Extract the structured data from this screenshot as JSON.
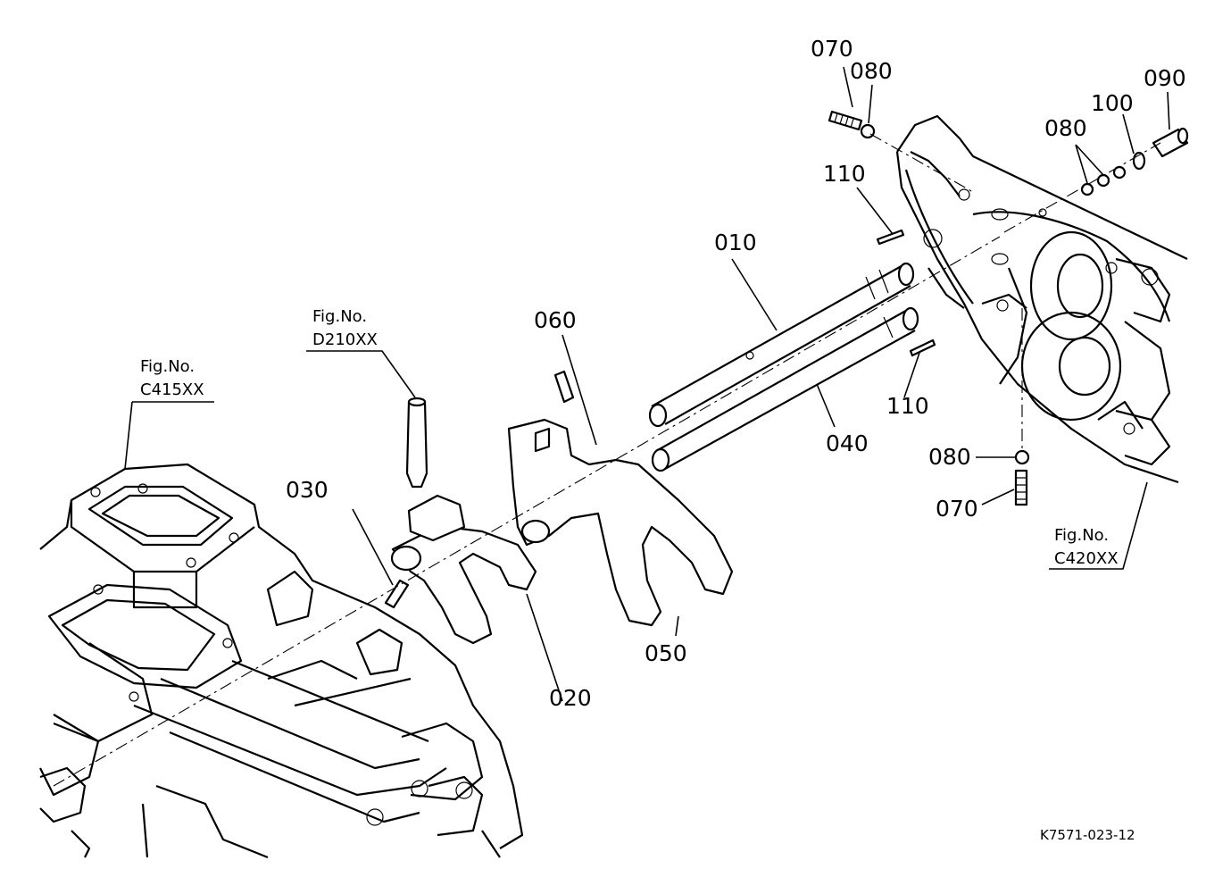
{
  "diagram": {
    "drawing_code": "K7571-023-12",
    "references": [
      {
        "id": "ref-c415",
        "line1": "Fig.No.",
        "line2": "C415XX"
      },
      {
        "id": "ref-d210",
        "line1": "Fig.No.",
        "line2": "D210XX"
      },
      {
        "id": "ref-c420",
        "line1": "Fig.No.",
        "line2": "C420XX"
      }
    ],
    "part_labels": [
      {
        "id": "p010",
        "text": "010"
      },
      {
        "id": "p020",
        "text": "020"
      },
      {
        "id": "p030",
        "text": "030"
      },
      {
        "id": "p040",
        "text": "040"
      },
      {
        "id": "p050",
        "text": "050"
      },
      {
        "id": "p060",
        "text": "060"
      },
      {
        "id": "p070a",
        "text": "070"
      },
      {
        "id": "p070b",
        "text": "070"
      },
      {
        "id": "p080a",
        "text": "080"
      },
      {
        "id": "p080b",
        "text": "080"
      },
      {
        "id": "p080c",
        "text": "080"
      },
      {
        "id": "p090",
        "text": "090"
      },
      {
        "id": "p100",
        "text": "100"
      },
      {
        "id": "p110a",
        "text": "110"
      },
      {
        "id": "p110b",
        "text": "110"
      }
    ]
  }
}
